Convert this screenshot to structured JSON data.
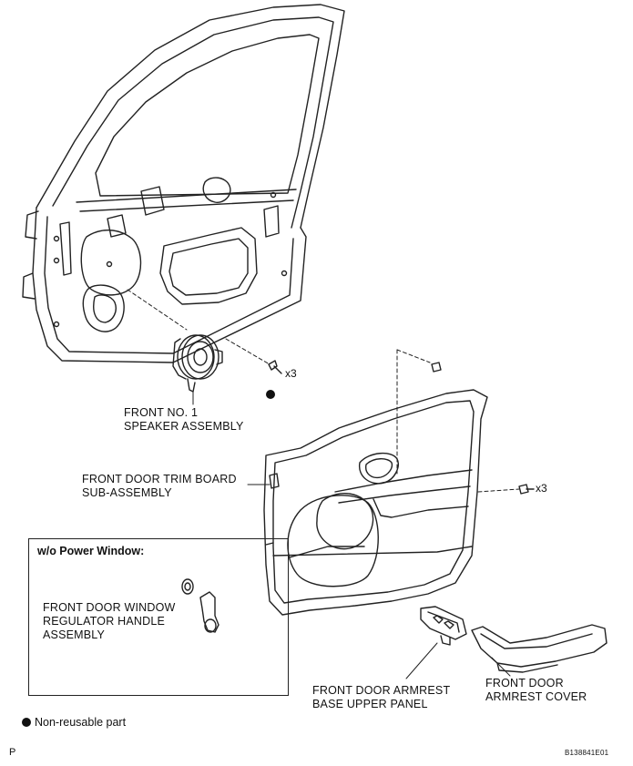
{
  "labels": {
    "speaker": [
      "FRONT NO. 1",
      "SPEAKER ASSEMBLY"
    ],
    "trim_board": [
      "FRONT DOOR TRIM BOARD",
      "SUB-ASSEMBLY"
    ],
    "regulator_handle": [
      "FRONT DOOR WINDOW",
      "REGULATOR HANDLE",
      "ASSEMBLY"
    ],
    "armrest_panel": [
      "FRONT DOOR ARMREST",
      "BASE UPPER PANEL"
    ],
    "armrest_cover": [
      "FRONT DOOR",
      "ARMREST COVER"
    ]
  },
  "quantities": {
    "speaker_screws": "x3",
    "trim_screws": "x3"
  },
  "inset": {
    "title": "w/o Power Window:"
  },
  "legend": {
    "non_reusable": "Non-reusable part",
    "marker_icon": "filled-circle-icon"
  },
  "page_letter": "P",
  "figure_code": "B138841E01"
}
